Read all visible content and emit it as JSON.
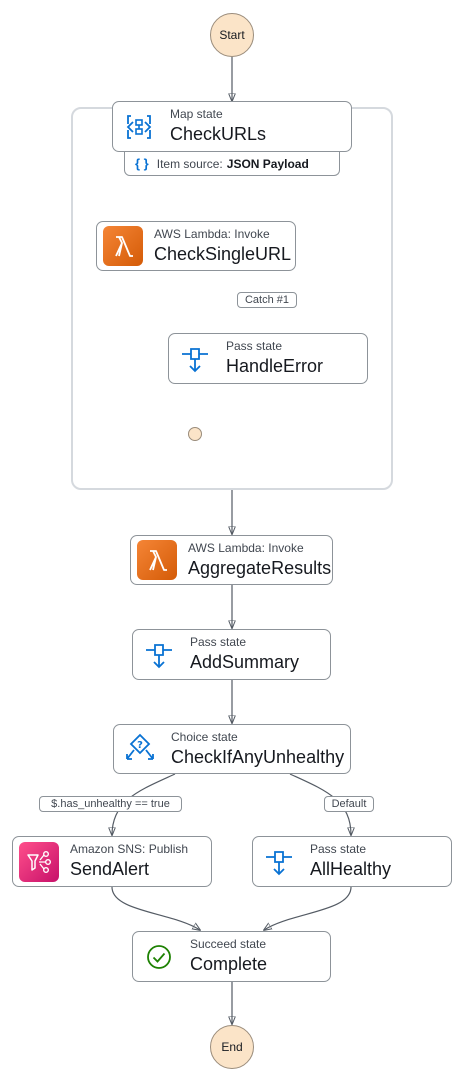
{
  "diagram": {
    "start": "Start",
    "end": "End",
    "map_state": {
      "kind": "Map state",
      "name": "CheckURLs",
      "icon": "map-icon",
      "item_source_label": "Item source:",
      "item_source_value": "JSON Payload"
    },
    "nodes": {
      "check_single_url": {
        "kind": "AWS Lambda: Invoke",
        "name": "CheckSingleURL",
        "icon": "lambda-icon"
      },
      "handle_error": {
        "kind": "Pass state",
        "name": "HandleError",
        "icon": "pass-icon"
      },
      "aggregate_results": {
        "kind": "AWS Lambda: Invoke",
        "name": "AggregateResults",
        "icon": "lambda-icon"
      },
      "add_summary": {
        "kind": "Pass state",
        "name": "AddSummary",
        "icon": "pass-icon"
      },
      "check_if_any_unhealthy": {
        "kind": "Choice state",
        "name": "CheckIfAnyUnhealthy",
        "icon": "choice-icon"
      },
      "send_alert": {
        "kind": "Amazon SNS: Publish",
        "name": "SendAlert",
        "icon": "sns-icon"
      },
      "all_healthy": {
        "kind": "Pass state",
        "name": "AllHealthy",
        "icon": "pass-icon"
      },
      "complete": {
        "kind": "Succeed state",
        "name": "Complete",
        "icon": "succeed-icon"
      }
    },
    "edge_labels": {
      "catch": "Catch #1",
      "choice_rule": "$.has_unhealthy == true",
      "default": "Default"
    },
    "colors": {
      "lambda": "#ed7100",
      "sns": "#e7157b",
      "pass": "#0972d3",
      "succeed": "#1d8102",
      "terminal_fill": "#fbe4c8",
      "edge": "#545b64"
    }
  }
}
